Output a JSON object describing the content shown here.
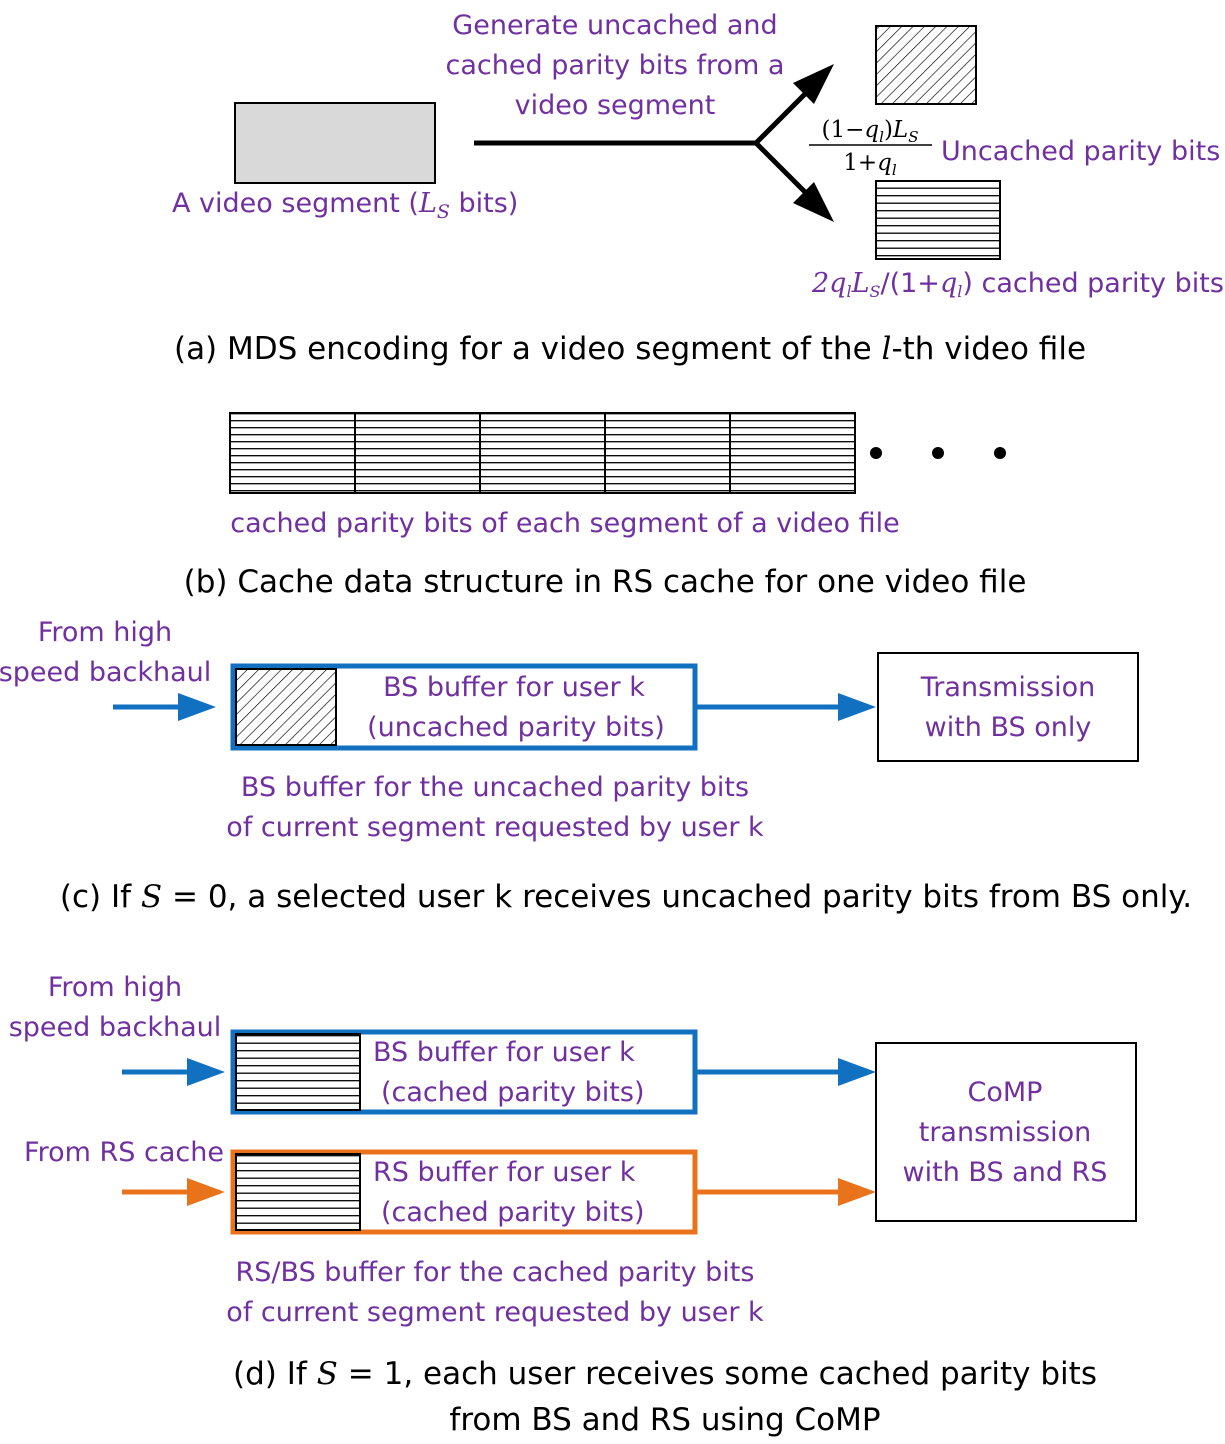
{
  "colors": {
    "label": "#7030A0",
    "bs_blue": "#1170C0",
    "rs_orange": "#E8731A",
    "segment_fill": "#D9D9D9"
  },
  "panel_a": {
    "generate_line1": "Generate uncached and",
    "generate_line2": "cached parity bits from a",
    "generate_line3": "video segment",
    "segment_label_pre": "A  video segment (",
    "segment_label_var": "L",
    "segment_label_sub": "S",
    "segment_label_post": " bits)",
    "fraction_numerator": "(1−q_l)L_S",
    "fraction_denominator": "1+q_l",
    "uncached_label": "Uncached parity bits",
    "cached_label_math": "2q_lL_S/(1+q_l)",
    "cached_label_text": "cached parity bits",
    "caption_pre": "(a) MDS encoding for a video segment of the ",
    "caption_var": "l",
    "caption_post": "-th video file"
  },
  "panel_b": {
    "structure_label": "cached parity bits of each segment of a video file",
    "caption": "(b) Cache data structure in RS cache for one video file"
  },
  "panel_c": {
    "source_line1": "From high",
    "source_line2": "speed backhaul",
    "buffer_line1": "BS buffer for user k",
    "buffer_line2": "(uncached  parity bits)",
    "box_line1": "Transmission",
    "box_line2": "with BS only",
    "note_line1": "BS buffer for the uncached parity bits",
    "note_line2": "of current segment requested by user k",
    "caption_pre": "(c) If ",
    "caption_var": "S",
    "caption_post": " = 0, a selected user k receives uncached parity bits from BS only."
  },
  "panel_d": {
    "source_bs_line1": "From high",
    "source_bs_line2": "speed backhaul",
    "source_rs": "From RS cache",
    "bs_buffer_line1": "BS buffer for user k",
    "bs_buffer_line2": "(cached  parity bits)",
    "rs_buffer_line1": "RS buffer for user k",
    "rs_buffer_line2": "(cached  parity bits)",
    "box_line1": "CoMP",
    "box_line2": "transmission",
    "box_line3": "with BS and RS",
    "note_line1": "RS/BS buffer for the cached parity bits",
    "note_line2": "of current segment requested by user k",
    "caption_line1_pre": "(d) If ",
    "caption_line1_var": "S",
    "caption_line1_post": " = 1, each user receives some cached parity bits",
    "caption_line2": "from BS and RS using CoMP"
  }
}
